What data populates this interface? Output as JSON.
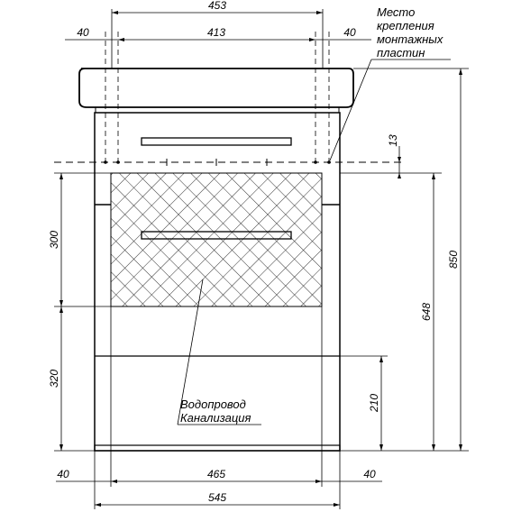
{
  "dimensions": {
    "top_453": "453",
    "left_40": "40",
    "mid_413": "413",
    "right_40": "40",
    "d13": "13",
    "d300": "300",
    "d320": "320",
    "d648": "648",
    "d850": "850",
    "d210": "210",
    "bottom_left_40": "40",
    "bottom_465": "465",
    "bottom_right_40": "40",
    "bottom_545": "545"
  },
  "labels": {
    "mount_line1": "Место",
    "mount_line2": "крепления",
    "mount_line3": "монтажных",
    "mount_line4": "пластин",
    "water_line1": "Водопровод",
    "water_line2": "Канализация"
  }
}
